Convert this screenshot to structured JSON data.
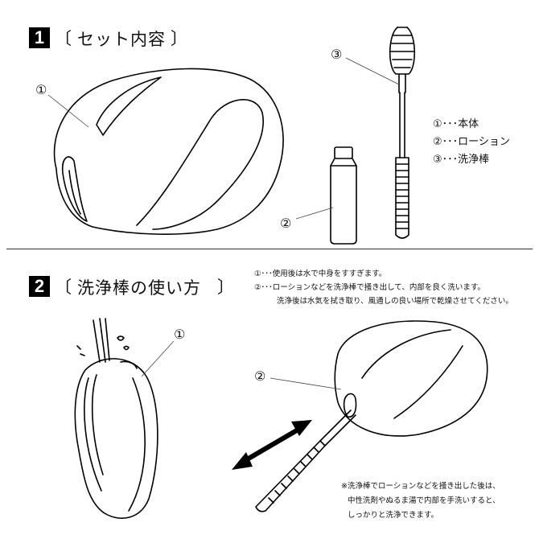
{
  "section1": {
    "number": "1",
    "bracket_open": "〔",
    "title": "セット内容",
    "bracket_close": "〕",
    "labels": [
      "①",
      "②",
      "③"
    ],
    "legend": [
      "①･･･本体",
      "②･･･ローション",
      "③･･･洗浄棒"
    ]
  },
  "section2": {
    "number": "2",
    "bracket_open": "〔",
    "title": "洗浄棒の使い方",
    "bracket_close": "〕",
    "instructions": [
      "①･･･使用後は水で中身をすすぎます。",
      "②･･･ローションなどを洗浄棒で掻き出して、内部を良く洗います。",
      "洗浄後は水気を拭き取り、風通しの良い場所で乾燥させてください。"
    ],
    "labels": [
      "①",
      "②"
    ],
    "note": [
      "※洗浄棒でローションなどを掻き出した後は、",
      "中性洗剤やぬるま湯で内部を手洗いすると、",
      "しっかりと洗浄できます。"
    ]
  }
}
